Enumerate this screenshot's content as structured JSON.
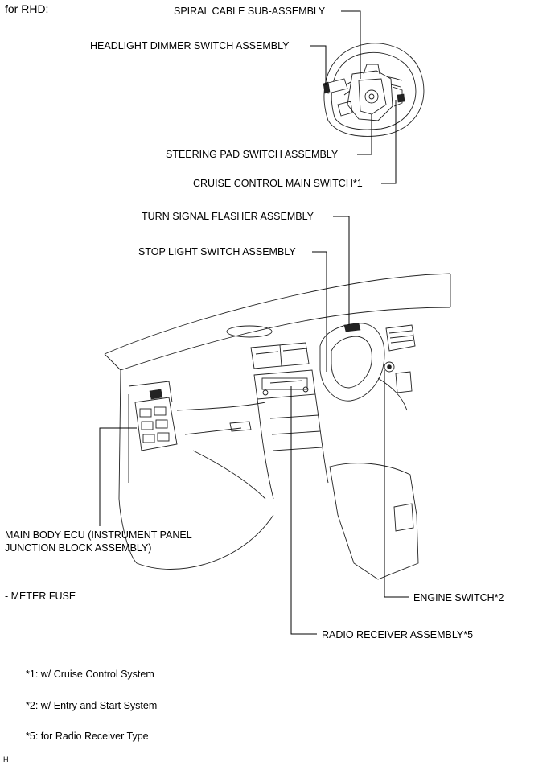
{
  "header": {
    "variant": "for RHD:"
  },
  "callouts": {
    "spiral_cable": "SPIRAL CABLE SUB-ASSEMBLY",
    "headlight_dimmer": "HEADLIGHT DIMMER SWITCH ASSEMBLY",
    "steering_pad": "STEERING PAD SWITCH ASSEMBLY",
    "cruise_control": "CRUISE CONTROL MAIN SWITCH*1",
    "turn_signal": "TURN SIGNAL FLASHER ASSEMBLY",
    "stop_light": "STOP LIGHT SWITCH ASSEMBLY",
    "main_body_ecu_line1": "MAIN BODY ECU (INSTRUMENT PANEL",
    "main_body_ecu_line2": "JUNCTION BLOCK ASSEMBLY)",
    "meter_fuse": "- METER FUSE",
    "engine_switch": "ENGINE SWITCH*2",
    "radio_receiver": "RADIO RECEIVER ASSEMBLY*5"
  },
  "notes": {
    "note1": "*1: w/ Cruise Control System",
    "note2": "*2: w/ Entry and Start System",
    "note5": "*5: for Radio Receiver Type"
  },
  "footer": {
    "mark": "H"
  }
}
